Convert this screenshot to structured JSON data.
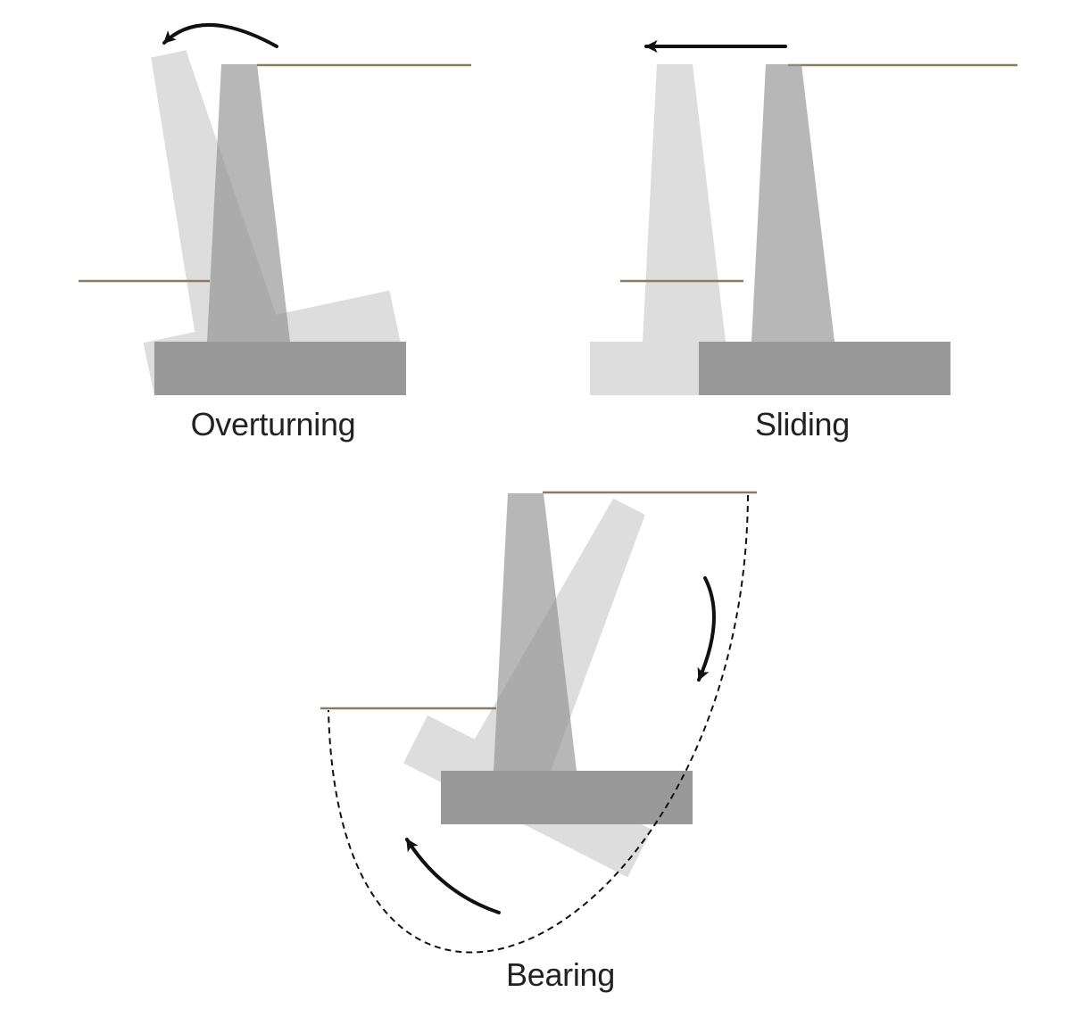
{
  "diagram_subject": "retaining-wall-failure-modes",
  "panels": [
    {
      "label": "Overturning",
      "arrow_icon": "curved-rotation-arrow-left"
    },
    {
      "label": "Sliding",
      "arrow_icon": "straight-arrow-left"
    },
    {
      "label": "Bearing",
      "arrow_icons": [
        "curved-arrow-down-right-side",
        "curved-arrow-up-left-side"
      ],
      "slip_surface_icon": "dashed-slip-arc"
    }
  ],
  "colors": {
    "background": "#ffffff",
    "wall_stem": "#909090",
    "wall_base": "#999999",
    "ghost": "#a6a6a6",
    "ground": "#8c7a62",
    "arrow": "#111111",
    "slip": "#111111",
    "label": "#222222"
  }
}
